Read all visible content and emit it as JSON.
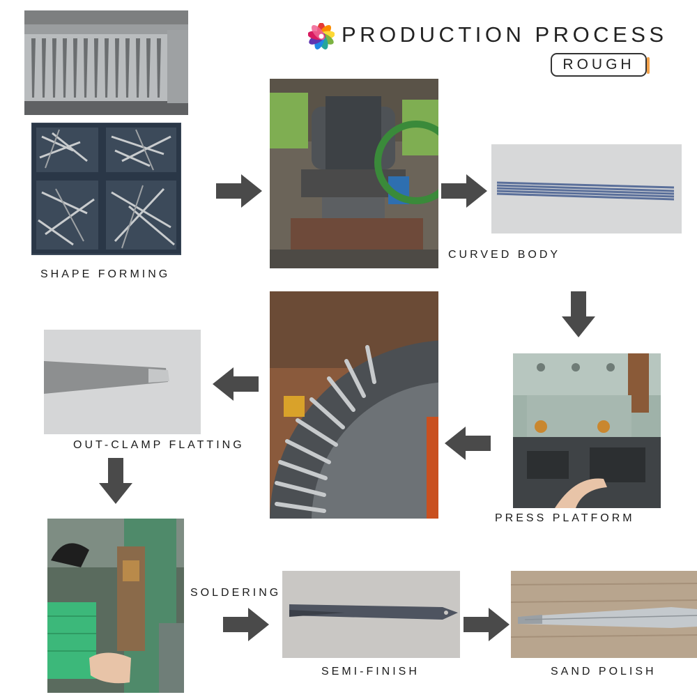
{
  "header": {
    "title": "PRODUCTION PROCESS",
    "badge": "ROUGH",
    "logo_icon": "color-wheel-logo-icon"
  },
  "steps": {
    "shape_forming": "SHAPE FORMING",
    "curved_body": "CURVED BODY",
    "press_platform": "PRESS PLATFORM",
    "out_clamp_flatting": "OUT-CLAMP FLATTING",
    "soldering": "SOLDERING",
    "semi_finish": "SEMI-FINISH",
    "sand_polish": "SAND POLISH"
  },
  "colors": {
    "arrow": "#4a4a4a",
    "badge_accent": "#f3a24b",
    "machine_green": "#6f9a3e",
    "steel": "#a9acae"
  }
}
